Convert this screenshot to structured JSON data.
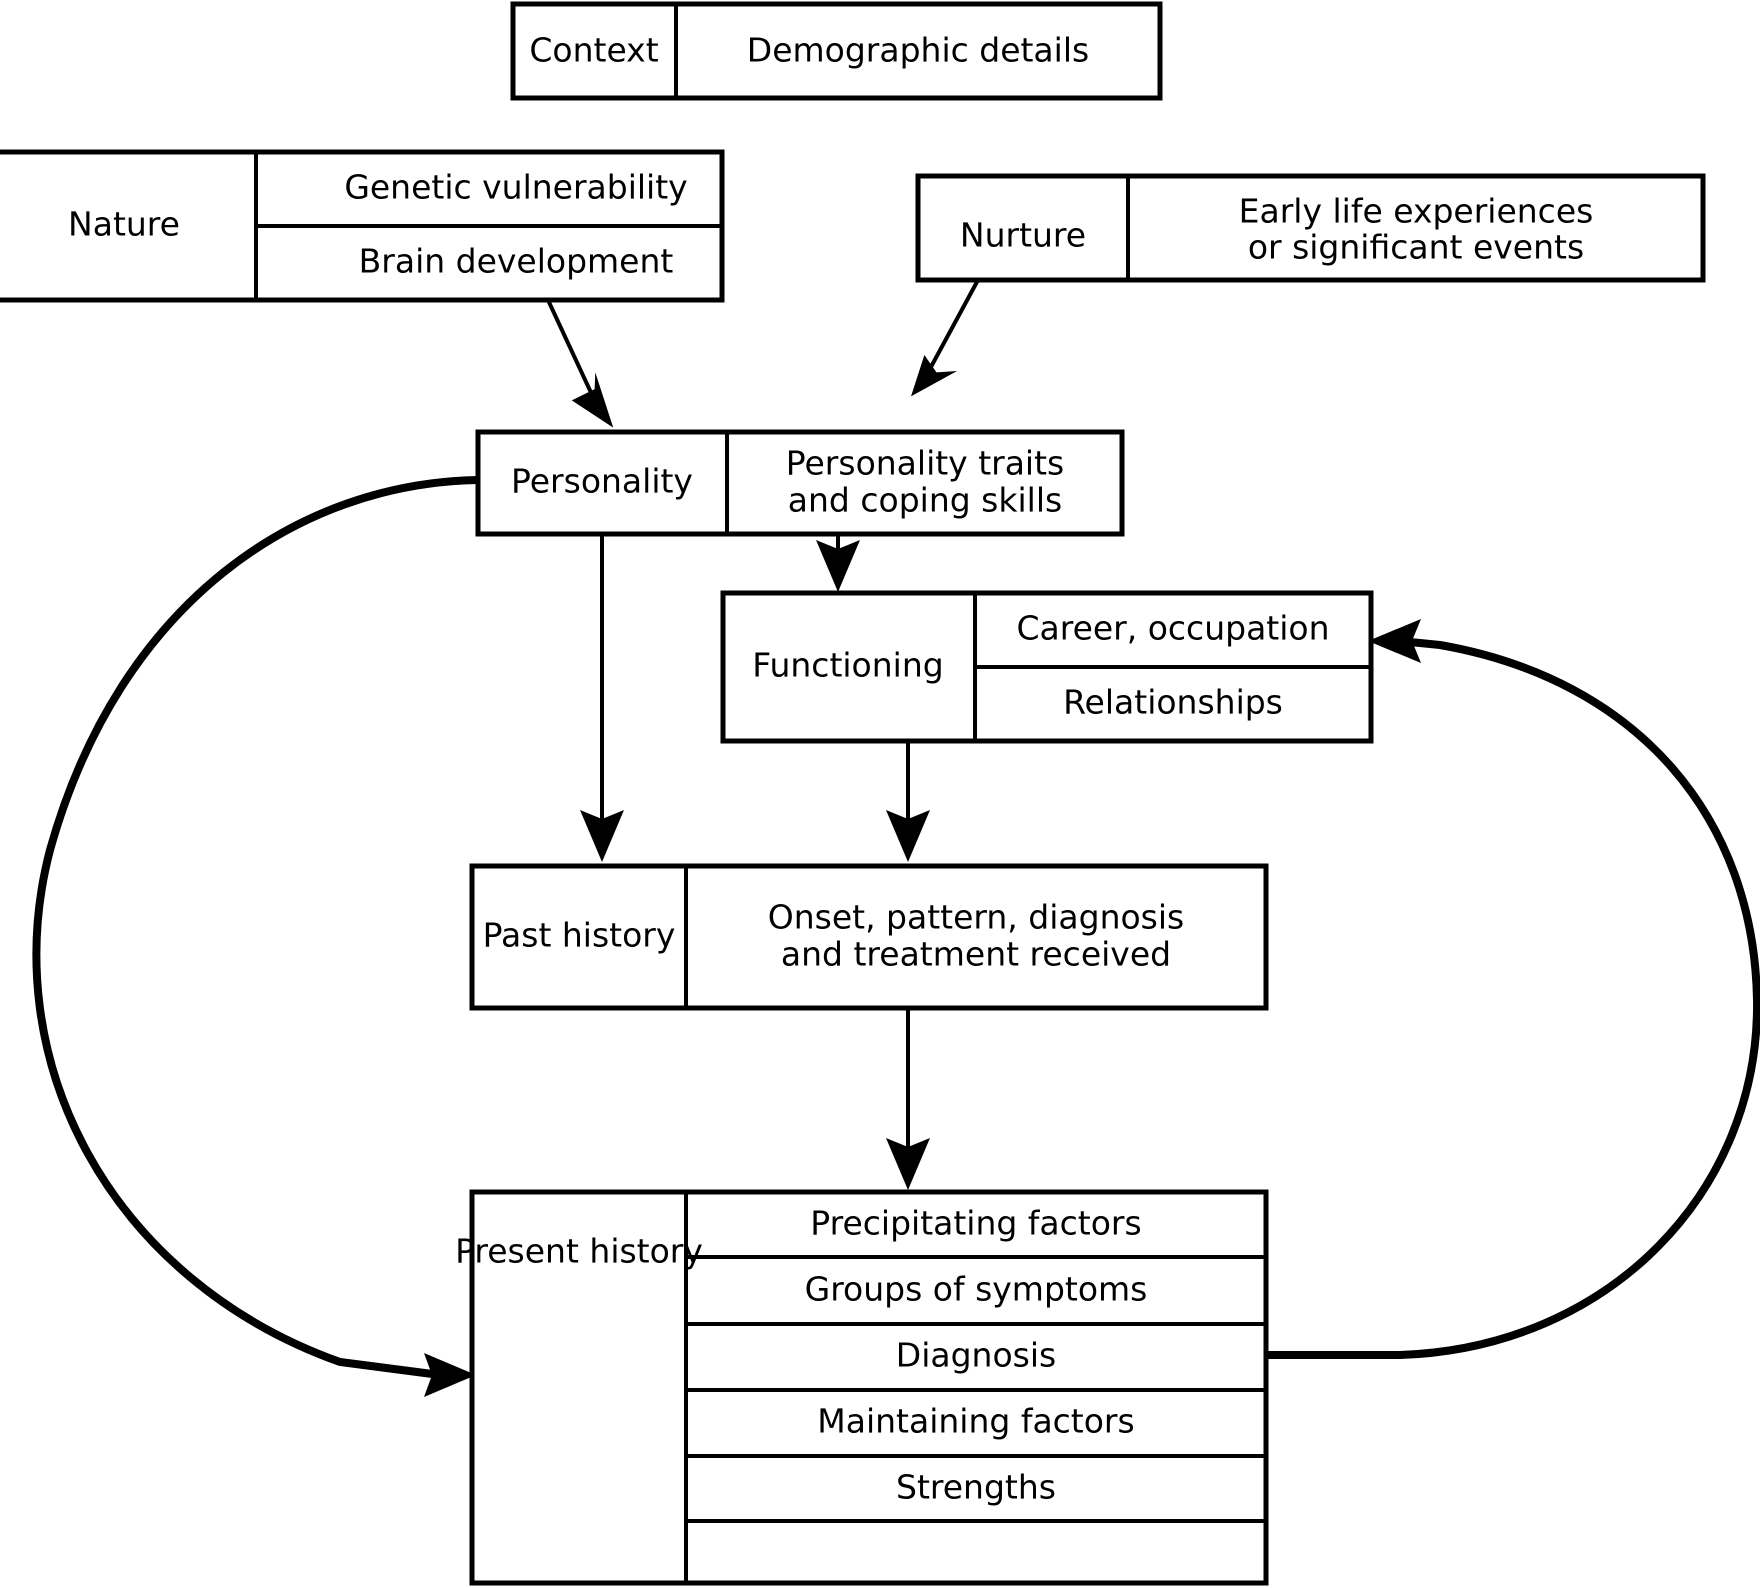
{
  "diagram": {
    "title": "Biopsychosocial formulation flow diagram",
    "accent_color": "#000000",
    "background_color": "#ffffff",
    "rows": [
      {
        "id": "context",
        "label": "Context",
        "details": [
          "Demographic details"
        ]
      },
      {
        "id": "nature",
        "label": "Nature",
        "details": [
          "Genetic vulnerability",
          "Brain development"
        ]
      },
      {
        "id": "nurture",
        "label": "Nurture",
        "details": [
          "Early life experiences",
          "or significant events"
        ]
      },
      {
        "id": "personality",
        "label": "Personality",
        "details": [
          "Personality traits",
          "and coping skills"
        ]
      },
      {
        "id": "functioning",
        "label": "Functioning",
        "details": [
          "Career, occupation",
          "Relationships"
        ]
      },
      {
        "id": "past-history",
        "label": "Past history",
        "details": [
          "Onset, pattern, diagnosis",
          "and treatment received"
        ]
      },
      {
        "id": "present-history",
        "label": "Present history",
        "details": [
          "Precipitating factors",
          "Groups of symptoms",
          "Diagnosis",
          "Maintaining factors",
          "Strengths"
        ]
      }
    ],
    "boxes": {
      "context": {
        "label": "Context",
        "detail": "Demographic details"
      },
      "nature": {
        "label": "Nature",
        "detail_top": "Genetic vulnerability",
        "detail_bottom": "Brain development"
      },
      "nurture": {
        "label": "Nurture",
        "detail_line1": "Early life experiences",
        "detail_line2": "or significant events"
      },
      "personality": {
        "label": "Personality",
        "detail_line1": "Personality traits",
        "detail_line2": "and coping skills"
      },
      "functioning": {
        "label": "Functioning",
        "detail_top": "Career, occupation",
        "detail_bottom": "Relationships"
      },
      "past_history": {
        "label": "Past history",
        "detail_line1": "Onset, pattern, diagnosis",
        "detail_line2": "and treatment received"
      },
      "present_history": {
        "label": "Present history",
        "item1": "Precipitating factors",
        "item2": "Groups of symptoms",
        "item3": "Diagnosis",
        "item4": "Maintaining factors",
        "item5": "Strengths"
      }
    },
    "connectors": [
      {
        "id": "nature-to-personality",
        "from": "nature",
        "to": "personality",
        "style": "straight-arrow"
      },
      {
        "id": "nurture-to-personality",
        "from": "nurture",
        "to": "personality",
        "style": "straight-arrow"
      },
      {
        "id": "personality-traits-to-functioning",
        "from": "personality",
        "to": "functioning",
        "style": "straight-arrow"
      },
      {
        "id": "personality-to-past-history",
        "from": "personality",
        "to": "past-history",
        "style": "straight-arrow"
      },
      {
        "id": "functioning-to-past-history",
        "from": "functioning",
        "to": "past-history",
        "style": "straight-arrow"
      },
      {
        "id": "past-history-to-present-history",
        "from": "past-history",
        "to": "present-history",
        "style": "straight-arrow"
      },
      {
        "id": "personality-to-present-history-loop",
        "from": "personality",
        "to": "present-history",
        "style": "curved-arrow-left"
      },
      {
        "id": "present-history-to-functioning-loop",
        "from": "present-history",
        "to": "functioning",
        "style": "curved-arrow-right"
      }
    ]
  }
}
